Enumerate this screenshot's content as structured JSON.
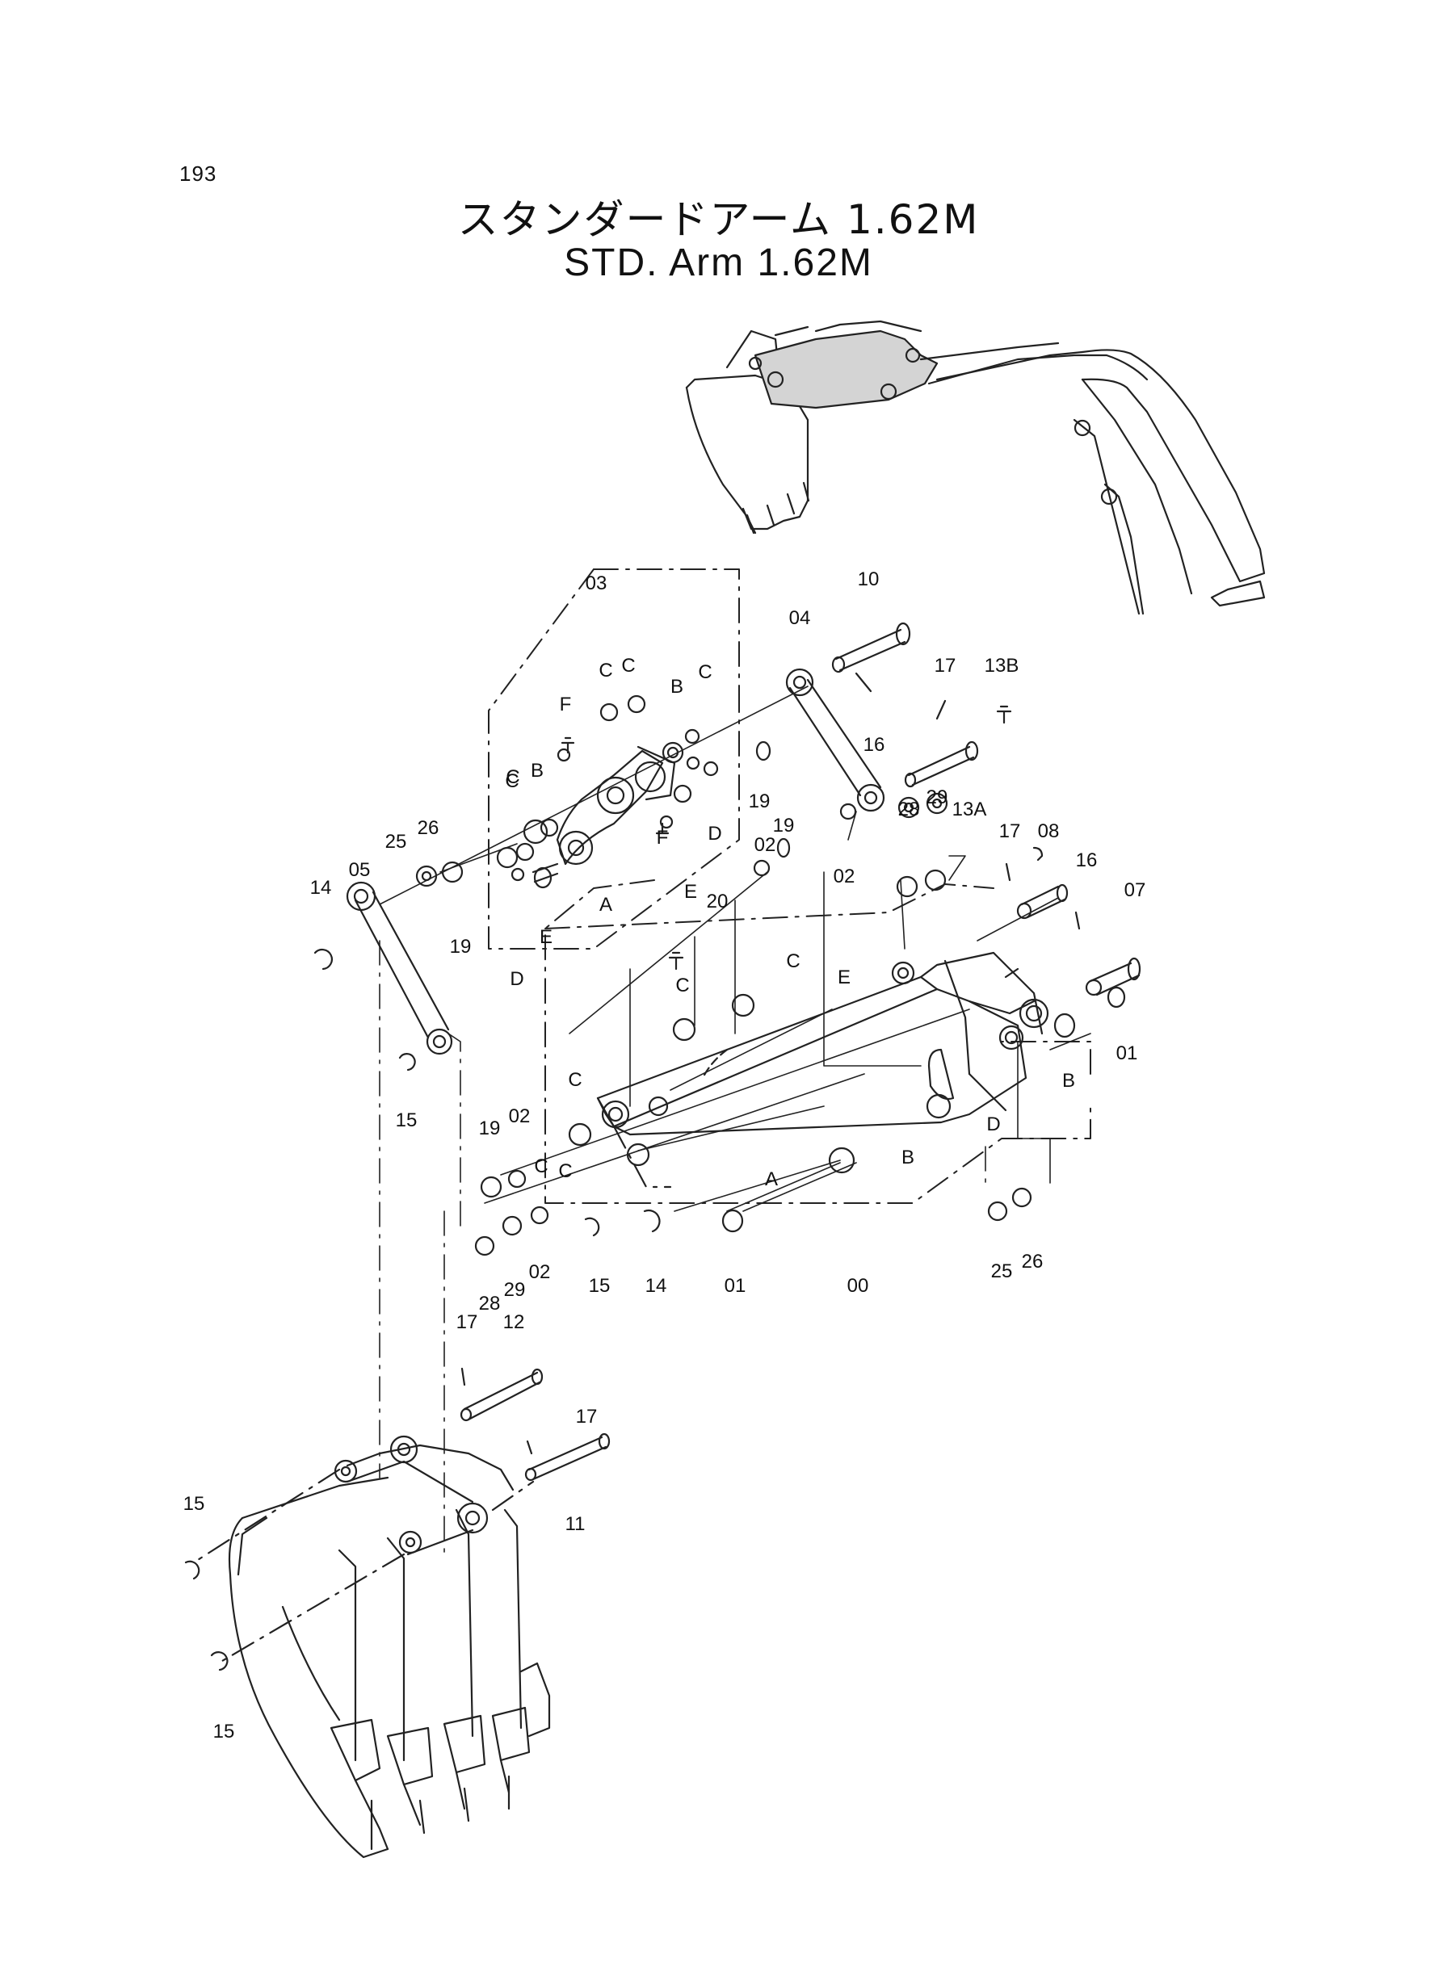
{
  "page_number": "193",
  "title_jp": "スタンダードアーム 1.62M",
  "title_en": "STD. Arm 1.62M",
  "labels": [
    "03",
    "04",
    "10",
    "17",
    "13B",
    "16",
    "13A",
    "29",
    "28",
    "17",
    "08",
    "16",
    "07",
    "F",
    "C",
    "C",
    "B",
    "C",
    "C",
    "B",
    "F",
    "D",
    "E",
    "02",
    "19",
    "19",
    "02",
    "C",
    "26",
    "25",
    "14",
    "05",
    "D",
    "E",
    "19",
    "A",
    "20",
    "C",
    "C",
    "E",
    "C",
    "C",
    "01",
    "B",
    "A",
    "D",
    "B",
    "02",
    "19",
    "C",
    "15",
    "14",
    "01",
    "00",
    "25",
    "26",
    "28",
    "29",
    "02",
    "15",
    "17",
    "12",
    "17",
    "11",
    "15",
    "15"
  ]
}
